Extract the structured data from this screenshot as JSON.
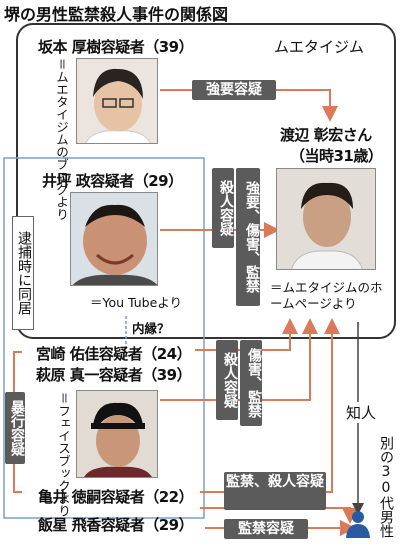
{
  "title": "堺の男性監禁殺人事件の関係図",
  "group_label": "ムエタイジム",
  "persons": {
    "sakamoto": {
      "name": "坂本 厚樹容疑者（39）",
      "source": "＝ムエタイジムのブログより"
    },
    "isaka": {
      "name": "井坪 政容疑者（29）",
      "source": "＝You Tubeより"
    },
    "watanabe": {
      "name": "渡辺 彰宏さん",
      "age": "（当時31歳）",
      "source": "＝ムエタイジムのホームページより"
    },
    "miyazaki": {
      "name": "宮崎 佑佳容疑者（24）"
    },
    "hagiwara": {
      "name": "萩原 真一容疑者（39）",
      "source": "＝フェイスブックより"
    },
    "kamei": {
      "name": "亀井 徳嗣容疑者（22）"
    },
    "iiboshi": {
      "name": "飯星 飛香容疑者（29）"
    },
    "unknown_man": {
      "label": "別の30代男性"
    }
  },
  "relations": {
    "kyoyo": "強要容疑",
    "satsujin": "殺人容疑",
    "kyoyo_shogai": "強要、傷害、監禁",
    "shogai_kankin": "傷害、監禁",
    "satsujin2": "殺人容疑",
    "kankin_satsujin": "監禁、殺人容疑",
    "kankin": "監禁容疑",
    "boko": "暴行容疑",
    "naien": "内縁？",
    "chijin": "知人",
    "taiho": "逮捕時に同居"
  },
  "colors": {
    "arrow": "#d97b5a",
    "box": "#5b5b5b",
    "frame": "#333333",
    "inner_frame": "#7a9fc8"
  }
}
